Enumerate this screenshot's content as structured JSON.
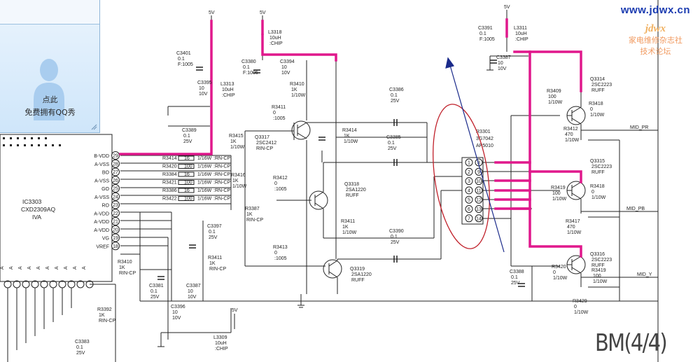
{
  "watermark": {
    "url": "www.jdwx.cn",
    "logo": "jdwx",
    "line1": "家电维修杂志社",
    "line2": "技术论坛"
  },
  "popup": {
    "line1": "点此",
    "line2": "免费拥有QQ秀"
  },
  "sheet_label": "BM(4/4)",
  "colors": {
    "highlight": "#e0188c",
    "wire": "#222222",
    "annotation_circle": "#c0202a",
    "annotation_arrow": "#1a2a8a"
  },
  "ic": {
    "ref": "IC3303",
    "part": "CXD2309AQ",
    "sub": "IVA",
    "right_pins": [
      "B-VDD",
      "A-VSS",
      "BO",
      "A-VSS",
      "GO",
      "A-VSS",
      "RO",
      "A-VDD",
      "A-VDD",
      "A-VDD",
      "VG",
      "VREF"
    ],
    "right_pin_numbers": [
      "29",
      "28",
      "27",
      "26",
      "25",
      "24",
      "23",
      "22",
      "21",
      "20",
      "19",
      "18"
    ]
  },
  "power_labels": [
    "5V",
    "5V",
    "5V",
    "5V"
  ],
  "resistor_rows": [
    {
      "ref": "R3414",
      "val": "16",
      "spec": "1/16W",
      "pkg": ":RN-CP"
    },
    {
      "ref": "R3420",
      "val": "100",
      "spec": "1/16W",
      "pkg": ":RN-CP"
    },
    {
      "ref": "R3384",
      "val": "16",
      "spec": "1/16W",
      "pkg": ":RN-CP"
    },
    {
      "ref": "R3421",
      "val": "100",
      "spec": "1/16W",
      "pkg": ":RN-CP"
    },
    {
      "ref": "R3386",
      "val": "16",
      "spec": "1/16W",
      "pkg": ":RN-CP"
    },
    {
      "ref": "R3422",
      "val": "100",
      "spec": "1/16W",
      "pkg": ":RN-CP"
    }
  ],
  "components": [
    {
      "ref": "C3401",
      "v1": "0.1",
      "v2": "F:1005"
    },
    {
      "ref": "C3395",
      "v1": "10",
      "v2": "10V"
    },
    {
      "ref": "L3313",
      "v1": "10uH",
      "v2": ":CHIP"
    },
    {
      "ref": "C3389",
      "v1": "0.1",
      "v2": "25V"
    },
    {
      "ref": "L3318",
      "v1": "10uH",
      "v2": ":CHIP"
    },
    {
      "ref": "C3380",
      "v1": "0.1",
      "v2": "F:1005"
    },
    {
      "ref": "C3394",
      "v1": "10",
      "v2": "10V"
    },
    {
      "ref": "R3410",
      "v1": "1K",
      "v2": "1/10W"
    },
    {
      "ref": "C3386",
      "v1": "0.1",
      "v2": "25V"
    },
    {
      "ref": "R3411",
      "v1": "0",
      "v2": ":1005"
    },
    {
      "ref": "R3415",
      "v1": "1K",
      "v2": "1/10W"
    },
    {
      "ref": "Q3317",
      "v1": "2SC2412",
      "v2": "RIN-CP"
    },
    {
      "ref": "R3414",
      "v1": "1K",
      "v2": "1/10W"
    },
    {
      "ref": "C3385",
      "v1": "0.1",
      "v2": "25V"
    },
    {
      "ref": "R3412",
      "v1": "0",
      "v2": ":1005"
    },
    {
      "ref": "Q3318",
      "v1": "2SA1220",
      "v2": "RUFF"
    },
    {
      "ref": "R3416",
      "v1": "1K",
      "v2": "1/10W"
    },
    {
      "ref": "R3387",
      "v1": "1K",
      "v2": "RIN-CP"
    },
    {
      "ref": "C3397",
      "v1": "0.1",
      "v2": "25V"
    },
    {
      "ref": "R3413",
      "v1": "0",
      "v2": ":1005"
    },
    {
      "ref": "Q3319",
      "v1": "2SA1220",
      "v2": "RUFF"
    },
    {
      "ref": "C3390",
      "v1": "0.1",
      "v2": "25V"
    },
    {
      "ref": "R3411",
      "v1": "1K",
      "v2": "1/10W"
    },
    {
      "ref": "C3391",
      "v1": "0.1",
      "v2": "F:1005"
    },
    {
      "ref": "L3311",
      "v1": "10uH",
      "v2": ":CHIP"
    },
    {
      "ref": "C3387",
      "v1": "10",
      "v2": "10V"
    },
    {
      "ref": "R3409",
      "v1": "100",
      "v2": "1/10W"
    },
    {
      "ref": "Q3314",
      "v1": "2SC2223",
      "v2": "RUFF"
    },
    {
      "ref": "R3418",
      "v1": "0",
      "v2": "1/10W"
    },
    {
      "ref": "R3412",
      "v1": "470",
      "v2": "1/10W"
    },
    {
      "ref": "Q3315",
      "v1": "2SC2223",
      "v2": "RUFF"
    },
    {
      "ref": "R3419",
      "v1": "100",
      "v2": "1/10W"
    },
    {
      "ref": "R3418",
      "v1": "0",
      "v2": "1/10W"
    },
    {
      "ref": "R3417",
      "v1": "470",
      "v2": "1/10W"
    },
    {
      "ref": "Q3316",
      "v1": "2SC2223",
      "v2": "RUFF"
    },
    {
      "ref": "R3420",
      "v1": "0",
      "v2": "1/10W"
    },
    {
      "ref": "C3388",
      "v1": "0.1",
      "v2": "25V"
    },
    {
      "ref": "R3419",
      "v1": "100",
      "v2": "1/10W"
    },
    {
      "ref": "R3429",
      "v1": "0",
      "v2": "1/10W"
    },
    {
      "ref": "R3410",
      "v1": "1K",
      "v2": "RIN-CP"
    },
    {
      "ref": "C3381",
      "v1": "0.1",
      "v2": "25V"
    },
    {
      "ref": "C3387",
      "v1": "10",
      "v2": "10V"
    },
    {
      "ref": "R3411",
      "v1": "1K",
      "v2": "RIN-CP"
    },
    {
      "ref": "C3396",
      "v1": "10",
      "v2": "10V"
    },
    {
      "ref": "L3309",
      "v1": "10uH",
      "v2": ":CHIP"
    },
    {
      "ref": "R3392",
      "v1": "1K",
      "v2": "RIN-CP"
    },
    {
      "ref": "C3383",
      "v1": "0.1",
      "v2": "25V"
    }
  ],
  "connector": {
    "ref": "R3301",
    "v1": "3G7042",
    "v2": "AP5010",
    "left_pins": [
      "1",
      "2",
      "3",
      "4",
      "5",
      "6",
      "7"
    ],
    "right_pins": [
      "8",
      "9",
      "10",
      "11",
      "12",
      "13",
      "14"
    ]
  },
  "outputs": [
    "MID_PR",
    "MID_PB",
    "MID_Y"
  ]
}
